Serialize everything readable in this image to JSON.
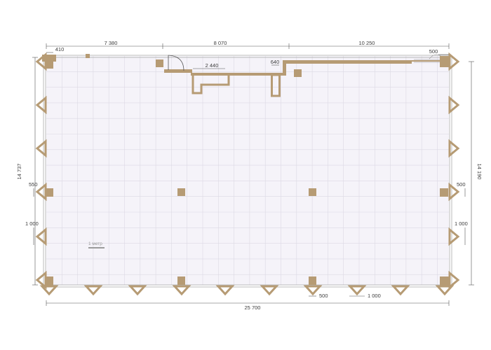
{
  "colors": {
    "wall": "#b69b74",
    "floor": "#f5f3f9",
    "grid": "#dcd9e4",
    "dimension": "#555555",
    "scale_bar": "#9b9b9b"
  },
  "dimensions": {
    "top_seg_1": "7 380",
    "top_seg_2": "8 070",
    "top_seg_3": "10 250",
    "top_small_left": "410",
    "top_small_right": "500",
    "door_width": "2 440",
    "pillar_width": "640",
    "left_height": "14 737",
    "right_height": "14 190",
    "left_550": "550",
    "left_1000": "1 000",
    "right_500": "500",
    "right_1000": "1 000",
    "bottom_total": "25 700",
    "bottom_500": "500",
    "bottom_1000": "1 000"
  },
  "scale_label": "1 метр"
}
